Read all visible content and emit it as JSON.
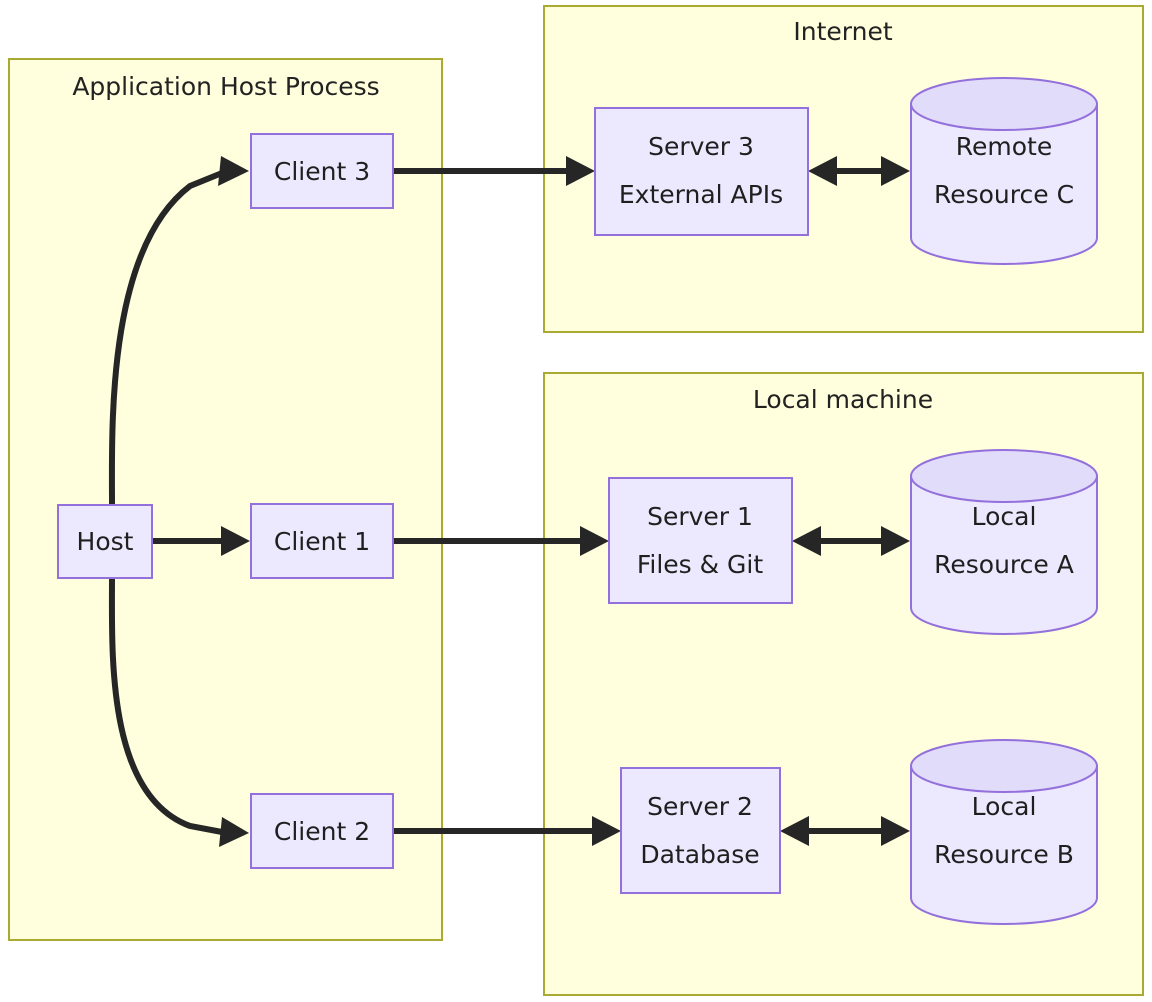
{
  "diagram": {
    "type": "architecture-flowchart",
    "background": "#ffffff",
    "colors": {
      "cluster_fill": "#ffffde",
      "cluster_stroke": "#aaaa33",
      "node_fill": "#ece8fd",
      "node_stroke": "#9370db",
      "edge_stroke": "#262626",
      "text": "#1f1f1f"
    },
    "clusters": [
      {
        "id": "app-host-process",
        "label": "Application Host Process"
      },
      {
        "id": "internet",
        "label": "Internet"
      },
      {
        "id": "local-machine",
        "label": "Local machine"
      }
    ],
    "nodes": {
      "host": {
        "label": "Host",
        "shape": "rect"
      },
      "client1": {
        "label": "Client 1",
        "shape": "rect"
      },
      "client2": {
        "label": "Client 2",
        "shape": "rect"
      },
      "client3": {
        "label": "Client 3",
        "shape": "rect"
      },
      "server1": {
        "label_line1": "Server 1",
        "label_line2": "Files & Git",
        "shape": "rect"
      },
      "server2": {
        "label_line1": "Server 2",
        "label_line2": "Database",
        "shape": "rect"
      },
      "server3": {
        "label_line1": "Server 3",
        "label_line2": "External APIs",
        "shape": "rect"
      },
      "resourceA": {
        "label_line1": "Local",
        "label_line2": "Resource A",
        "shape": "cylinder"
      },
      "resourceB": {
        "label_line1": "Local",
        "label_line2": "Resource B",
        "shape": "cylinder"
      },
      "resourceC": {
        "label_line1": "Remote",
        "label_line2": "Resource C",
        "shape": "cylinder"
      }
    },
    "edges": [
      {
        "id": "host-to-client3",
        "from": "host",
        "to": "client3",
        "arrow": "single"
      },
      {
        "id": "host-to-client1",
        "from": "host",
        "to": "client1",
        "arrow": "single"
      },
      {
        "id": "host-to-client2",
        "from": "host",
        "to": "client2",
        "arrow": "single"
      },
      {
        "id": "client3-to-server3",
        "from": "client3",
        "to": "server3",
        "arrow": "single"
      },
      {
        "id": "client1-to-server1",
        "from": "client1",
        "to": "server1",
        "arrow": "single"
      },
      {
        "id": "client2-to-server2",
        "from": "client2",
        "to": "server2",
        "arrow": "single"
      },
      {
        "id": "server3-to-resourceC",
        "from": "server3",
        "to": "resourceC",
        "arrow": "double"
      },
      {
        "id": "server1-to-resourceA",
        "from": "server1",
        "to": "resourceA",
        "arrow": "double"
      },
      {
        "id": "server2-to-resourceB",
        "from": "server2",
        "to": "resourceB",
        "arrow": "double"
      }
    ]
  }
}
